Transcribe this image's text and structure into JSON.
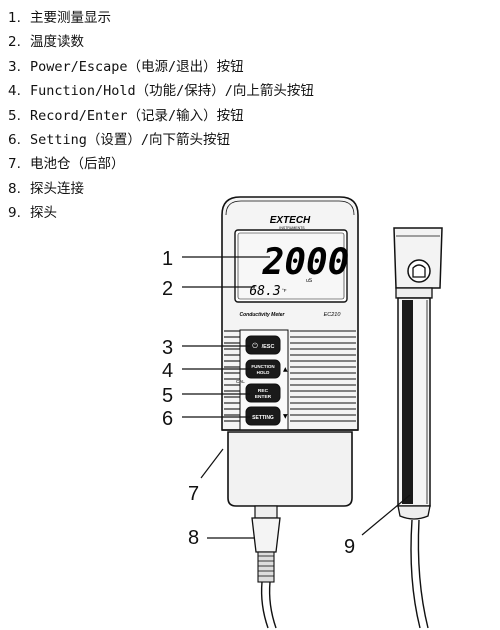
{
  "legend": [
    {
      "num": "1.",
      "text": "主要测量显示"
    },
    {
      "num": "2.",
      "text": "温度读数"
    },
    {
      "num": "3.",
      "text": "Power/Escape（电源/退出）按钮"
    },
    {
      "num": "4.",
      "text": "Function/Hold（功能/保持）/向上箭头按钮"
    },
    {
      "num": "5.",
      "text": "Record/Enter（记录/输入）按钮"
    },
    {
      "num": "6.",
      "text": "Setting（设置）/向下箭头按钮"
    },
    {
      "num": "7.",
      "text": "电池仓（后部）"
    },
    {
      "num": "8.",
      "text": "探头连接"
    },
    {
      "num": "9.",
      "text": "探头"
    }
  ],
  "device": {
    "brand": "EXTECH",
    "brand_sub": "INSTRUMENTS",
    "main_reading": "2000",
    "main_unit": "uS",
    "temp_reading": "68.3",
    "temp_unit": "°F",
    "model_name": "Conductivity Meter",
    "model_number": "EC210",
    "btn_power": "/ESC",
    "btn_function_1": "FUNCTION",
    "btn_function_2": "HOLD",
    "btn_rec_1": "REC",
    "btn_rec_2": "ENTER",
    "btn_setting": "SETTING",
    "cal_label": "CAL"
  },
  "callouts": {
    "c1": "1",
    "c2": "2",
    "c3": "3",
    "c4": "4",
    "c5": "5",
    "c6": "6",
    "c7": "7",
    "c8": "8",
    "c9": "9"
  }
}
